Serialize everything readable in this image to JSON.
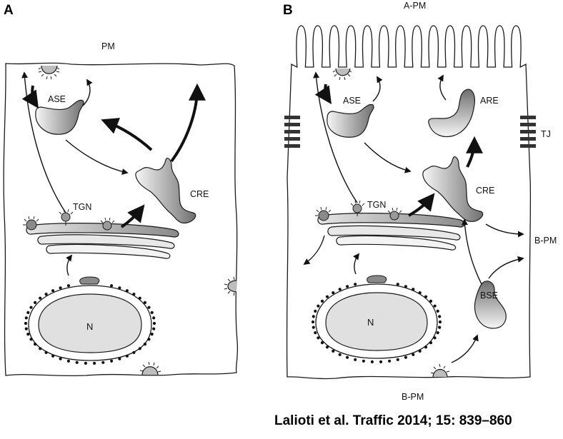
{
  "panels": {
    "a": {
      "letter": "A",
      "labels": {
        "pm": "PM",
        "ase": "ASE",
        "cre": "CRE",
        "tgn": "TGN",
        "nucleus": "N"
      }
    },
    "b": {
      "letter": "B",
      "labels": {
        "apical_pm": "A-PM",
        "ase": "ASE",
        "are": "ARE",
        "tj": "TJ",
        "cre": "CRE",
        "tgn": "TGN",
        "basolateral_pm_side": "B-PM",
        "bse": "BSE",
        "nucleus": "N",
        "basolateral_pm_bottom": "B-PM"
      }
    }
  },
  "citation": "Lalioti et al. Traffic 2014; 15: 839–860",
  "colors": {
    "stroke": "#1a1a1a",
    "organelle_dark": "#7a7a7a",
    "organelle_light": "#f4f4f4",
    "nucleus_fill": "#e0e0e0",
    "tight_junction": "#333333"
  }
}
